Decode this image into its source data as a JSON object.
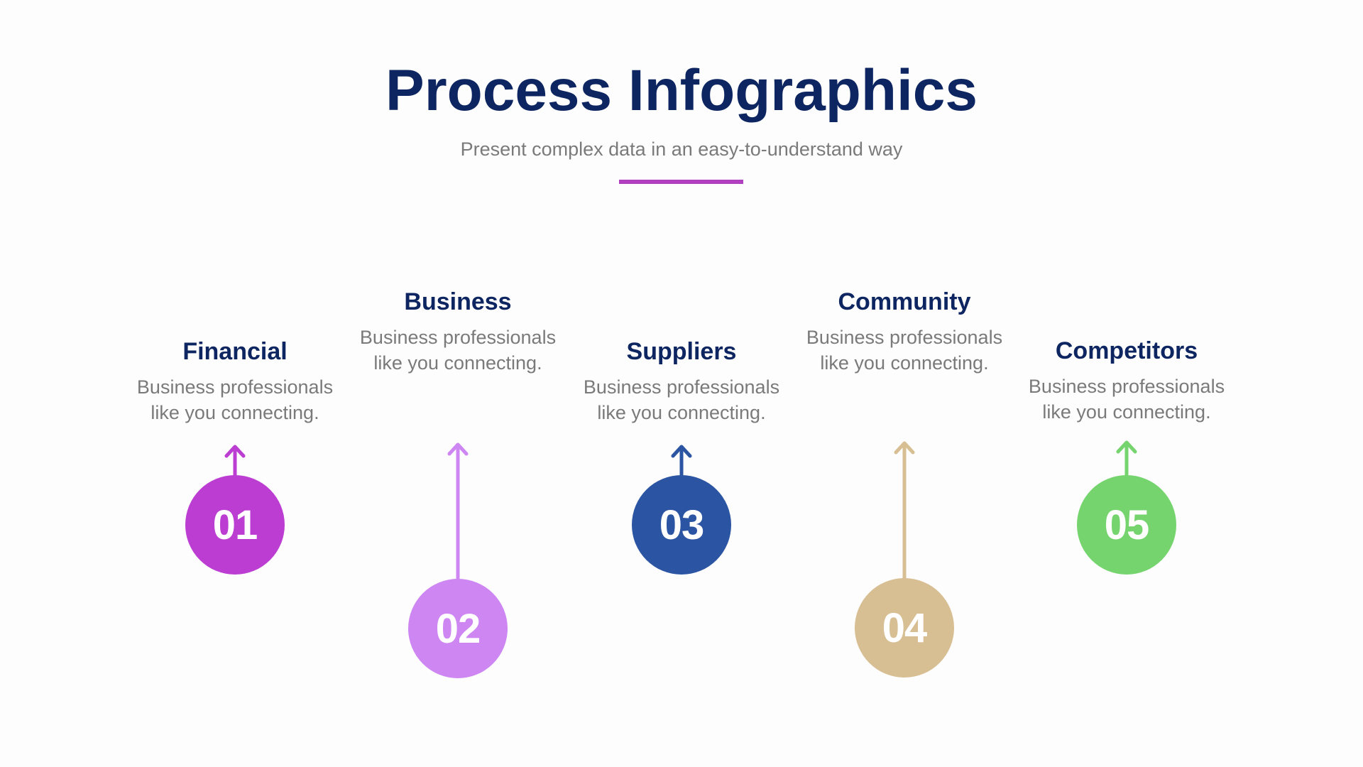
{
  "header": {
    "title": "Process Infographics",
    "subtitle": "Present complex data in an easy-to-understand way",
    "underline_color": "#b040c0"
  },
  "steps": [
    {
      "number": "01",
      "heading": "Financial",
      "body": "Business professionals like you connecting.",
      "color": "#bb3dd1",
      "position": "high-circle"
    },
    {
      "number": "02",
      "heading": "Business",
      "body": "Business professionals like you connecting.",
      "color": "#cd86f2",
      "position": "low-circle"
    },
    {
      "number": "03",
      "heading": "Suppliers",
      "body": "Business professionals like you connecting.",
      "color": "#2b55a3",
      "position": "high-circle"
    },
    {
      "number": "04",
      "heading": "Community",
      "body": "Business professionals like you connecting.",
      "color": "#d8bf93",
      "position": "low-circle"
    },
    {
      "number": "05",
      "heading": "Competitors",
      "body": "Business professionals like you connecting.",
      "color": "#76d46f",
      "position": "high-circle"
    }
  ],
  "colors": {
    "heading": "#0d2560",
    "body_text": "#7a7a7a",
    "background": "#fdfdfd"
  }
}
